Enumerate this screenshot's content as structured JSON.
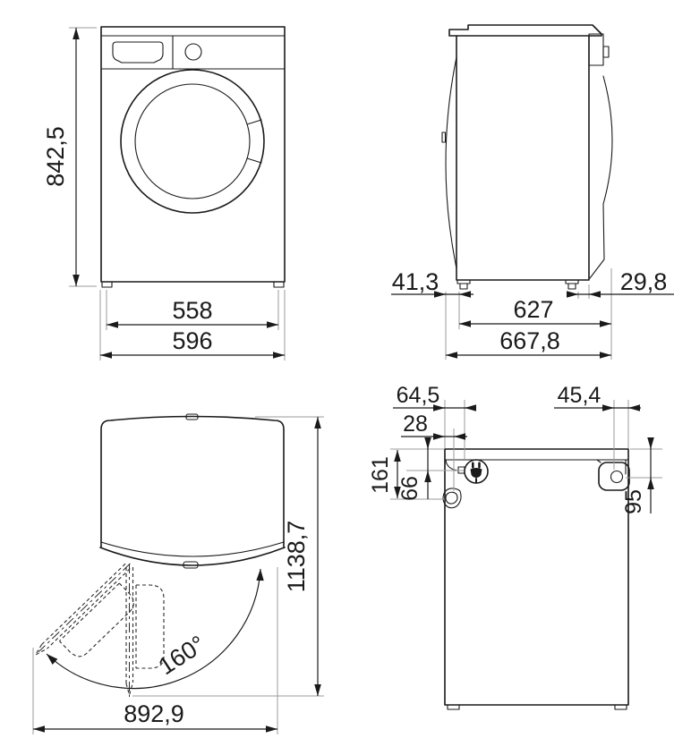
{
  "figure": {
    "kind": "technical dimension drawing",
    "subject": "front-load washing machine, four orthographic views",
    "unit": "mm",
    "line_color": "#1a1a1a",
    "extension_line_color": "#9b9b9b",
    "background": "#ffffff"
  },
  "views": {
    "front": {
      "label": "front view",
      "height": "842,5",
      "width_feet": "558",
      "width_overall": "596"
    },
    "side": {
      "label": "side view",
      "front_offset": "41,3",
      "rear_offset": "29,8",
      "depth_body": "627",
      "depth_overall": "667,8"
    },
    "top": {
      "label": "top view with door open",
      "depth_door_open": "1138,7",
      "width_door_open": "892,9",
      "door_angle": "160°"
    },
    "rear": {
      "label": "rear view",
      "cord_x": "64,5",
      "drain_x": "28",
      "inlet_x": "45,4",
      "drain_y": "161",
      "cord_y": "66",
      "inlet_y": "95"
    }
  }
}
